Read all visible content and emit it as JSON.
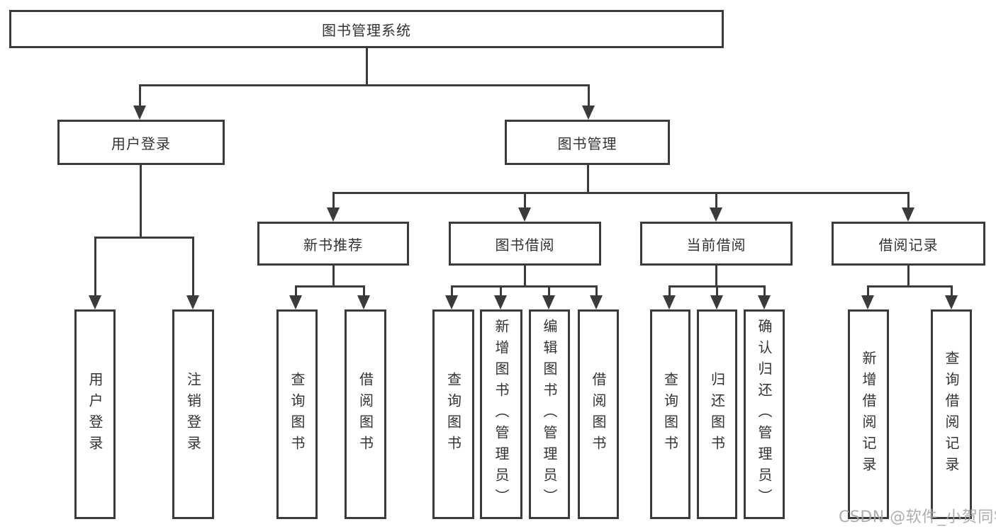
{
  "colors": {
    "line": "#3b3b3b",
    "text": "#333333",
    "background": "#ffffff",
    "watermark": "#a6a6a6"
  },
  "watermark": {
    "text": "CSDN @软件_小贺同学"
  },
  "tree": {
    "label": "图书管理系统",
    "children": [
      {
        "label": "用户登录",
        "children": [
          {
            "label": "用户登录"
          },
          {
            "label": "注销登录"
          }
        ]
      },
      {
        "label": "图书管理",
        "children": [
          {
            "label": "新书推荐",
            "children": [
              {
                "label": "查询图书"
              },
              {
                "label": "借阅图书"
              }
            ]
          },
          {
            "label": "图书借阅",
            "children": [
              {
                "label": "查询图书"
              },
              {
                "label": "新增图书（管理员）"
              },
              {
                "label": "编辑图书（管理员）"
              },
              {
                "label": "借阅图书"
              }
            ]
          },
          {
            "label": "当前借阅",
            "children": [
              {
                "label": "查询图书"
              },
              {
                "label": "归还图书"
              },
              {
                "label": "确认归还（管理员）"
              }
            ]
          },
          {
            "label": "借阅记录",
            "children": [
              {
                "label": "新增借阅记录"
              },
              {
                "label": "查询借阅记录"
              }
            ]
          }
        ]
      }
    ]
  }
}
